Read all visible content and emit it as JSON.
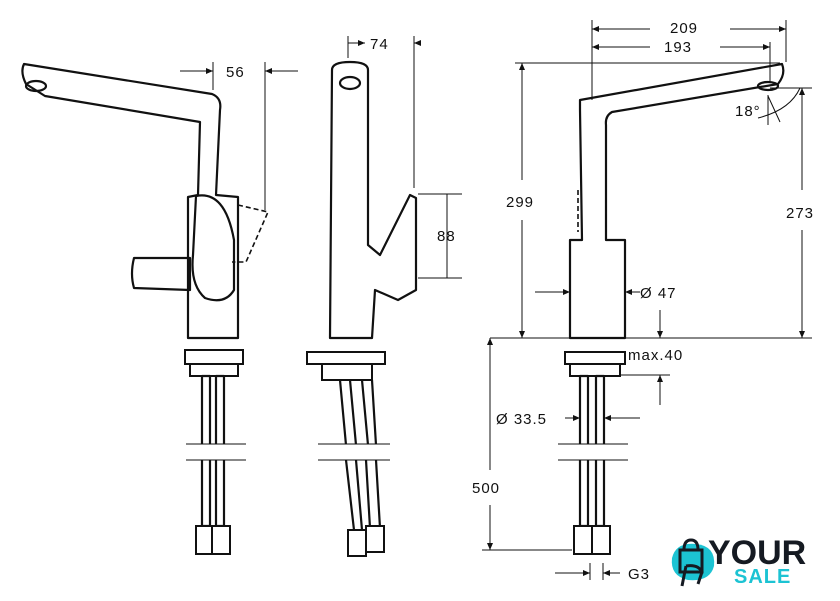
{
  "dimensions": {
    "spout_offset_side": "56",
    "spout_offset_front": "74",
    "lever_height": "88",
    "total_reach": "209",
    "spout_reach": "193",
    "spout_angle": "18°",
    "total_height": "299",
    "spout_height": "273",
    "body_diameter": "Ø 47",
    "max_counter_thickness": "max.40",
    "hole_diameter": "Ø 33.5",
    "hose_length": "500",
    "thread": "G3"
  },
  "logo": {
    "line1": "YOUR",
    "line2": "SALE",
    "accent": "#1cc3d3",
    "dark": "#151a22"
  }
}
